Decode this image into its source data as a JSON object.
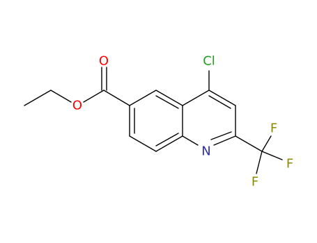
{
  "atoms": {
    "carbonyl_oxygen": {
      "label": "O",
      "color": "#ff0000"
    },
    "ester_oxygen": {
      "label": "O",
      "color": "#ff0000"
    },
    "chlorine": {
      "label": "Cl",
      "color": "#1f9f1f"
    },
    "ring_nitrogen": {
      "label": "N",
      "color": "#2e2ea8"
    },
    "fluorine_1": {
      "label": "F",
      "color": "#8b8b00"
    },
    "fluorine_2": {
      "label": "F",
      "color": "#8b8b00"
    },
    "fluorine_3": {
      "label": "F",
      "color": "#8b8b00"
    }
  }
}
